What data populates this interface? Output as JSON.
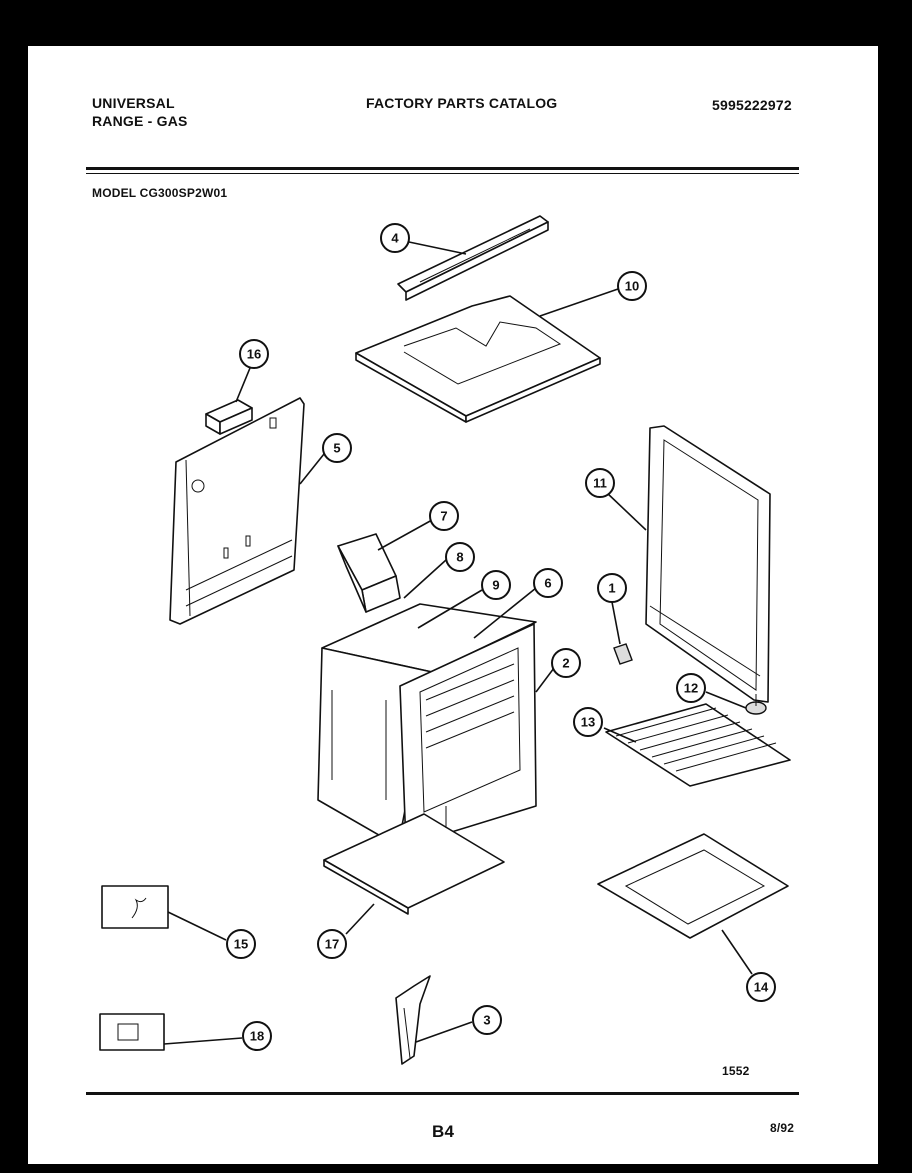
{
  "header": {
    "brand_line1": "UNIVERSAL",
    "brand_line2": "RANGE - GAS",
    "catalog_title": "FACTORY PARTS CATALOG",
    "catalog_number": "5995222972",
    "model": "MODEL CG300SP2W01"
  },
  "footer": {
    "drawing_number": "1552",
    "page": "B4",
    "date": "8/92"
  },
  "callouts": [
    {
      "id": "callout-4",
      "label": "4"
    },
    {
      "id": "callout-10",
      "label": "10"
    },
    {
      "id": "callout-16",
      "label": "16"
    },
    {
      "id": "callout-5",
      "label": "5"
    },
    {
      "id": "callout-11",
      "label": "11"
    },
    {
      "id": "callout-7",
      "label": "7"
    },
    {
      "id": "callout-8",
      "label": "8"
    },
    {
      "id": "callout-9",
      "label": "9"
    },
    {
      "id": "callout-6",
      "label": "6"
    },
    {
      "id": "callout-1",
      "label": "1"
    },
    {
      "id": "callout-2",
      "label": "2"
    },
    {
      "id": "callout-12",
      "label": "12"
    },
    {
      "id": "callout-13",
      "label": "13"
    },
    {
      "id": "callout-15",
      "label": "15"
    },
    {
      "id": "callout-17",
      "label": "17"
    },
    {
      "id": "callout-14",
      "label": "14"
    },
    {
      "id": "callout-3",
      "label": "3"
    },
    {
      "id": "callout-18",
      "label": "18"
    }
  ]
}
